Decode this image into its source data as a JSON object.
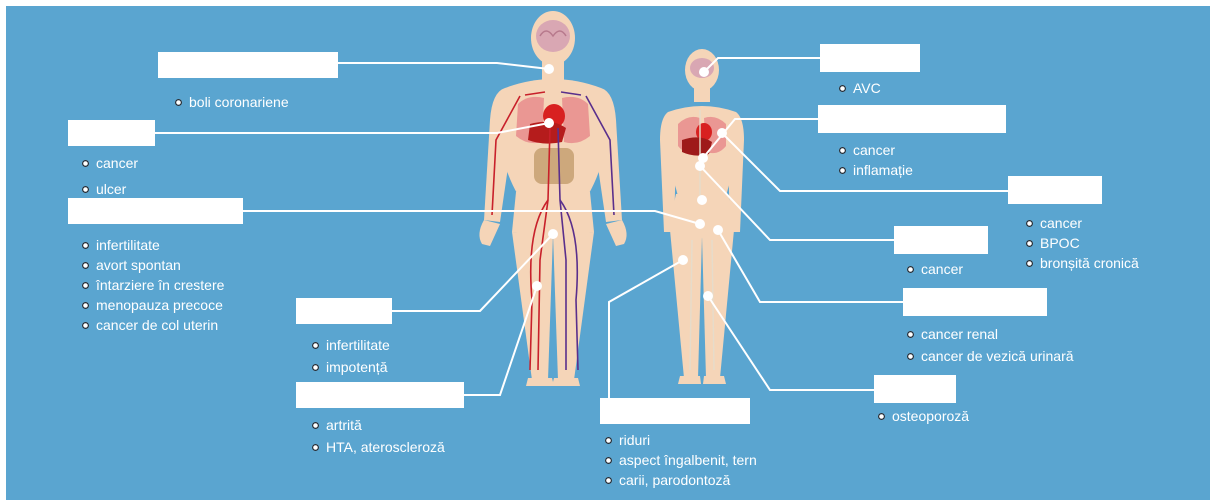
{
  "colors": {
    "background": "#5aa5d0",
    "label_box": "#ffffff",
    "text": "#ffffff"
  },
  "groups": [
    {
      "id": "g1",
      "items": [
        "boli coronariene"
      ]
    },
    {
      "id": "g2",
      "items": [
        "cancer",
        "ulcer"
      ]
    },
    {
      "id": "g3",
      "items": [
        "infertilitate",
        "avort spontan",
        "întarziere în crestere",
        "menopauza precoce",
        "cancer de col uterin"
      ]
    },
    {
      "id": "g4",
      "items": [
        "infertilitate",
        "impotență"
      ]
    },
    {
      "id": "g5",
      "items": [
        "artrită",
        "HTA, ateroscleroză"
      ]
    },
    {
      "id": "g6",
      "items": [
        "riduri",
        "aspect îngalbenit, tern",
        "carii, parodontoză"
      ]
    },
    {
      "id": "g7",
      "items": [
        "AVC"
      ]
    },
    {
      "id": "g8",
      "items": [
        "cancer",
        "inflamație"
      ]
    },
    {
      "id": "g9",
      "items": [
        "cancer",
        "BPOC",
        "bronșită cronică"
      ]
    },
    {
      "id": "g10",
      "items": [
        "cancer"
      ]
    },
    {
      "id": "g11",
      "items": [
        "cancer renal",
        "cancer de vezică urinară"
      ]
    },
    {
      "id": "g12",
      "items": [
        "osteoporoză"
      ]
    }
  ]
}
